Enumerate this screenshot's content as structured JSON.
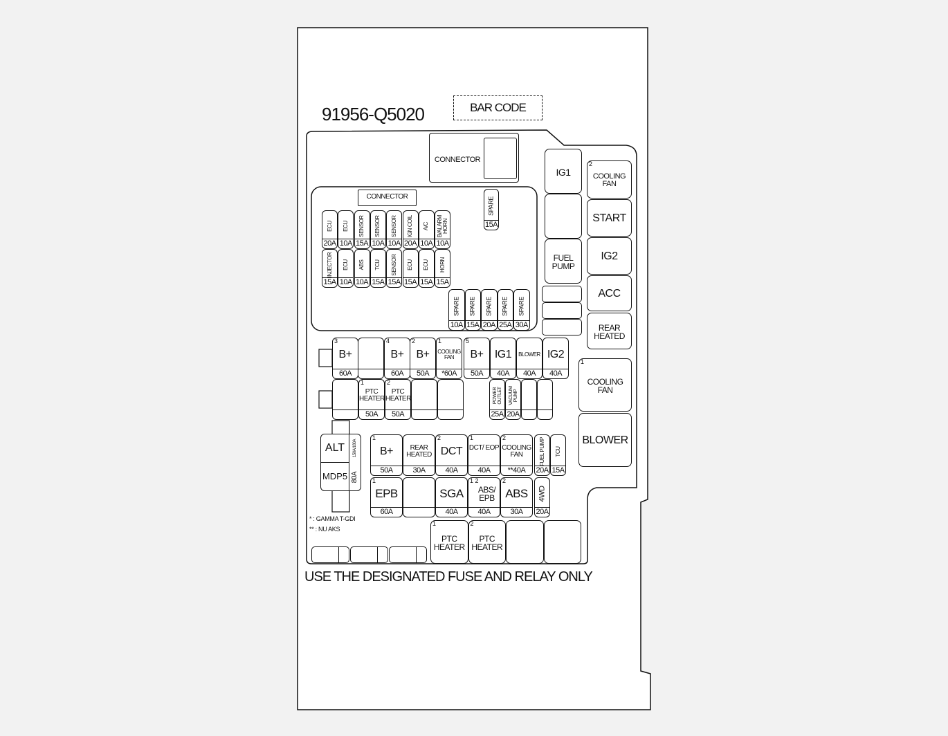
{
  "part_number": "91956-Q5020",
  "bar_code_label": "BAR CODE",
  "footer": "USE THE DESIGNATED FUSE AND RELAY ONLY",
  "notes": [
    "* : GAMMA T-GDI",
    "** : NU AKS"
  ],
  "connectors": {
    "main": "CONNECTOR",
    "small": "CONNECTOR"
  },
  "mini_fuses_row1": [
    {
      "label": "ECU",
      "rating": "20A"
    },
    {
      "label": "ECU",
      "rating": "10A"
    },
    {
      "label": "SENSOR",
      "rating": "15A"
    },
    {
      "label": "SENSOR",
      "rating": "10A"
    },
    {
      "label": "SENSOR",
      "rating": "10A"
    },
    {
      "label": "IGN COIL",
      "rating": "20A"
    },
    {
      "label": "A/C",
      "rating": "10A"
    },
    {
      "label": "B/ALARM HORN",
      "rating": "10A"
    }
  ],
  "mini_fuses_row2": [
    {
      "label": "INJECTOR",
      "rating": "15A"
    },
    {
      "label": "ECU",
      "rating": "10A"
    },
    {
      "label": "ABS",
      "rating": "10A"
    },
    {
      "label": "TCU",
      "rating": "15A"
    },
    {
      "label": "SENSOR",
      "rating": "15A"
    },
    {
      "label": "ECU",
      "rating": "15A"
    },
    {
      "label": "ECU",
      "rating": "15A"
    },
    {
      "label": "HORN",
      "rating": "15A"
    }
  ],
  "spare_single": {
    "label": "SPARE",
    "rating": "15A"
  },
  "spares": [
    {
      "label": "SPARE",
      "rating": "10A"
    },
    {
      "label": "SPARE",
      "rating": "15A"
    },
    {
      "label": "SPARE",
      "rating": "20A"
    },
    {
      "label": "SPARE",
      "rating": "25A"
    },
    {
      "label": "SPARE",
      "rating": "30A"
    }
  ],
  "relays_col1": [
    {
      "label": "IG1"
    },
    {
      "label": ""
    },
    {
      "label": "FUEL PUMP"
    }
  ],
  "relays_col2": [
    {
      "label": "COOLING FAN",
      "num": "2"
    },
    {
      "label": "START"
    },
    {
      "label": "IG2"
    },
    {
      "label": "ACC"
    },
    {
      "label": "REAR HEATED"
    },
    {
      "label": "COOLING FAN",
      "num": "1"
    },
    {
      "label": "BLOWER"
    }
  ],
  "multi_fuse_row1": [
    {
      "label": "B+",
      "rating": "60A",
      "num": "3"
    },
    {
      "label": "",
      "rating": ""
    },
    {
      "label": "B+",
      "rating": "60A",
      "num": "4"
    },
    {
      "label": "B+",
      "rating": "50A",
      "num": "2"
    },
    {
      "label": "COOLING FAN",
      "rating": "*60A",
      "num": "1"
    },
    {
      "label": "B+",
      "rating": "50A",
      "num": "5"
    },
    {
      "label": "IG1",
      "rating": "40A"
    },
    {
      "label": "BLOWER",
      "rating": "40A"
    },
    {
      "label": "IG2",
      "rating": "40A"
    }
  ],
  "multi_fuse_row2": [
    {
      "label": "",
      "rating": ""
    },
    {
      "label": "PTC HEATER",
      "rating": "50A",
      "num": "1"
    },
    {
      "label": "PTC HEATER",
      "rating": "50A",
      "num": "2"
    },
    {
      "label": "",
      "rating": ""
    },
    {
      "label": "",
      "rating": ""
    }
  ],
  "mid_fuses": [
    {
      "label": "POWER OUTLET",
      "rating": "25A"
    },
    {
      "label": "VACUUM PUMP",
      "rating": "20A"
    },
    {
      "label": "",
      "rating": ""
    },
    {
      "label": "",
      "rating": ""
    }
  ],
  "alt_block": {
    "top": "ALT",
    "bottom": "MDP5",
    "side_top": "150A/180A",
    "side_bottom": "80A"
  },
  "lower_row1": [
    {
      "label": "B+",
      "rating": "50A",
      "num": "1"
    },
    {
      "label": "REAR HEATED",
      "rating": "30A"
    },
    {
      "label": "DCT",
      "rating": "40A",
      "num": "2"
    },
    {
      "label": "DCT/ EOP",
      "rating": "40A",
      "num": "1"
    },
    {
      "label": "COOLING FAN",
      "rating": "**40A",
      "num": "2"
    }
  ],
  "lower_row1_small": [
    {
      "label": "FUEL PUMP",
      "rating": "20A"
    },
    {
      "label": "TCU",
      "rating": "15A"
    }
  ],
  "lower_row2": [
    {
      "label": "EPB",
      "rating": "60A",
      "num": "1"
    },
    {
      "label": "",
      "rating": ""
    },
    {
      "label": "SGA",
      "rating": "40A"
    },
    {
      "label": "ABS/ EPB",
      "rating": "40A",
      "num": "1 2"
    },
    {
      "label": "ABS",
      "rating": "30A",
      "num": "2"
    }
  ],
  "lower_row2_small": [
    {
      "label": "4WD",
      "rating": "20A"
    }
  ],
  "bottom_relays": [
    {
      "label": "PTC HEATER",
      "num": "1"
    },
    {
      "label": "PTC HEATER",
      "num": "2"
    },
    {
      "label": ""
    },
    {
      "label": ""
    }
  ]
}
